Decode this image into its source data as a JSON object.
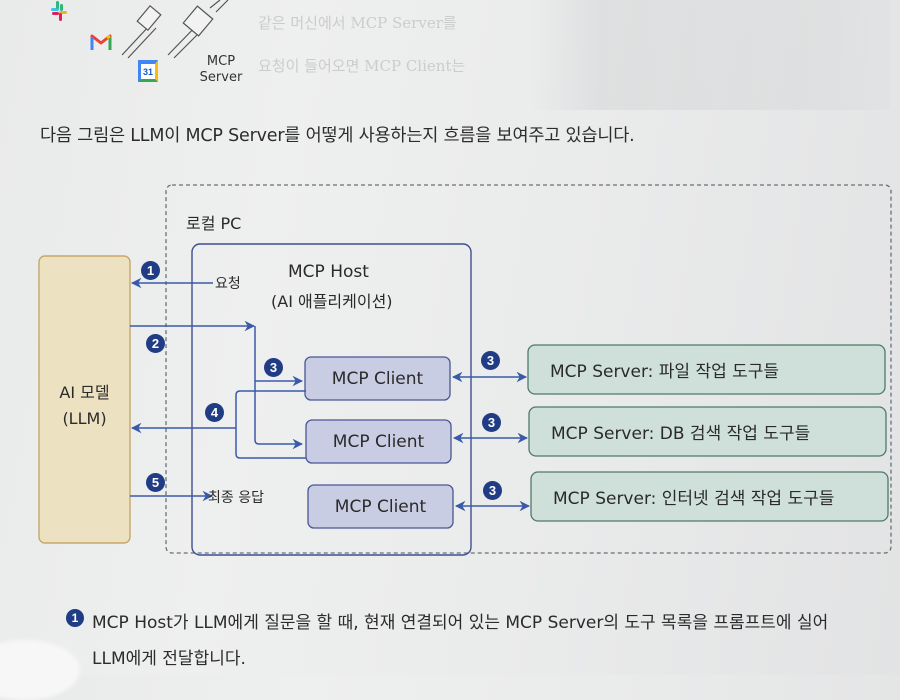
{
  "top_illustration": {
    "icons": [
      "slack-icon",
      "gmail-icon",
      "google-calendar-icon"
    ],
    "calendar_day": "31",
    "mcp_server_label_line1": "MCP",
    "mcp_server_label_line2": "Server"
  },
  "bleed_through": {
    "line1": "같은 머신에서 MCP Server를",
    "line2": "요청이 들어오면 MCP Client는"
  },
  "intro_text": "다음 그림은 LLM이 MCP Server를 어떻게 사용하는지 흐름을 보여주고 있습니다.",
  "diagram": {
    "local_pc_label": "로컬 PC",
    "ai_model": {
      "line1": "AI 모델",
      "line2": "(LLM)"
    },
    "mcp_host": {
      "line1": "MCP Host",
      "line2": "(AI 애플리케이션)"
    },
    "clients": [
      {
        "label": "MCP Client"
      },
      {
        "label": "MCP Client"
      },
      {
        "label": "MCP Client"
      }
    ],
    "servers": [
      {
        "label": "MCP Server: 파일 작업 도구들"
      },
      {
        "label": "MCP Server: DB 검색 작업 도구들"
      },
      {
        "label": "MCP Server: 인터넷 검색 작업 도구들"
      }
    ],
    "steps": {
      "s1": "1",
      "s2": "2",
      "s3": "3",
      "s4": "4",
      "s5": "5"
    },
    "request_label": "요청",
    "final_response_label": "최종 응답",
    "colors": {
      "line": "#3a5aa8",
      "badge": "#1f3c85",
      "client_fill": "#c9cde4",
      "server_fill": "#cfe0da",
      "server_stroke": "#4e7a66",
      "llm_fill": "#ece1c1",
      "llm_stroke": "#c9a66a"
    }
  },
  "footnote": {
    "badge": "1",
    "line1": "MCP Host가 LLM에게 질문을 할 때, 현재 연결되어 있는 MCP Server의 도구 목록을 프롬프트에 실어",
    "line2": "LLM에게 전달합니다."
  }
}
